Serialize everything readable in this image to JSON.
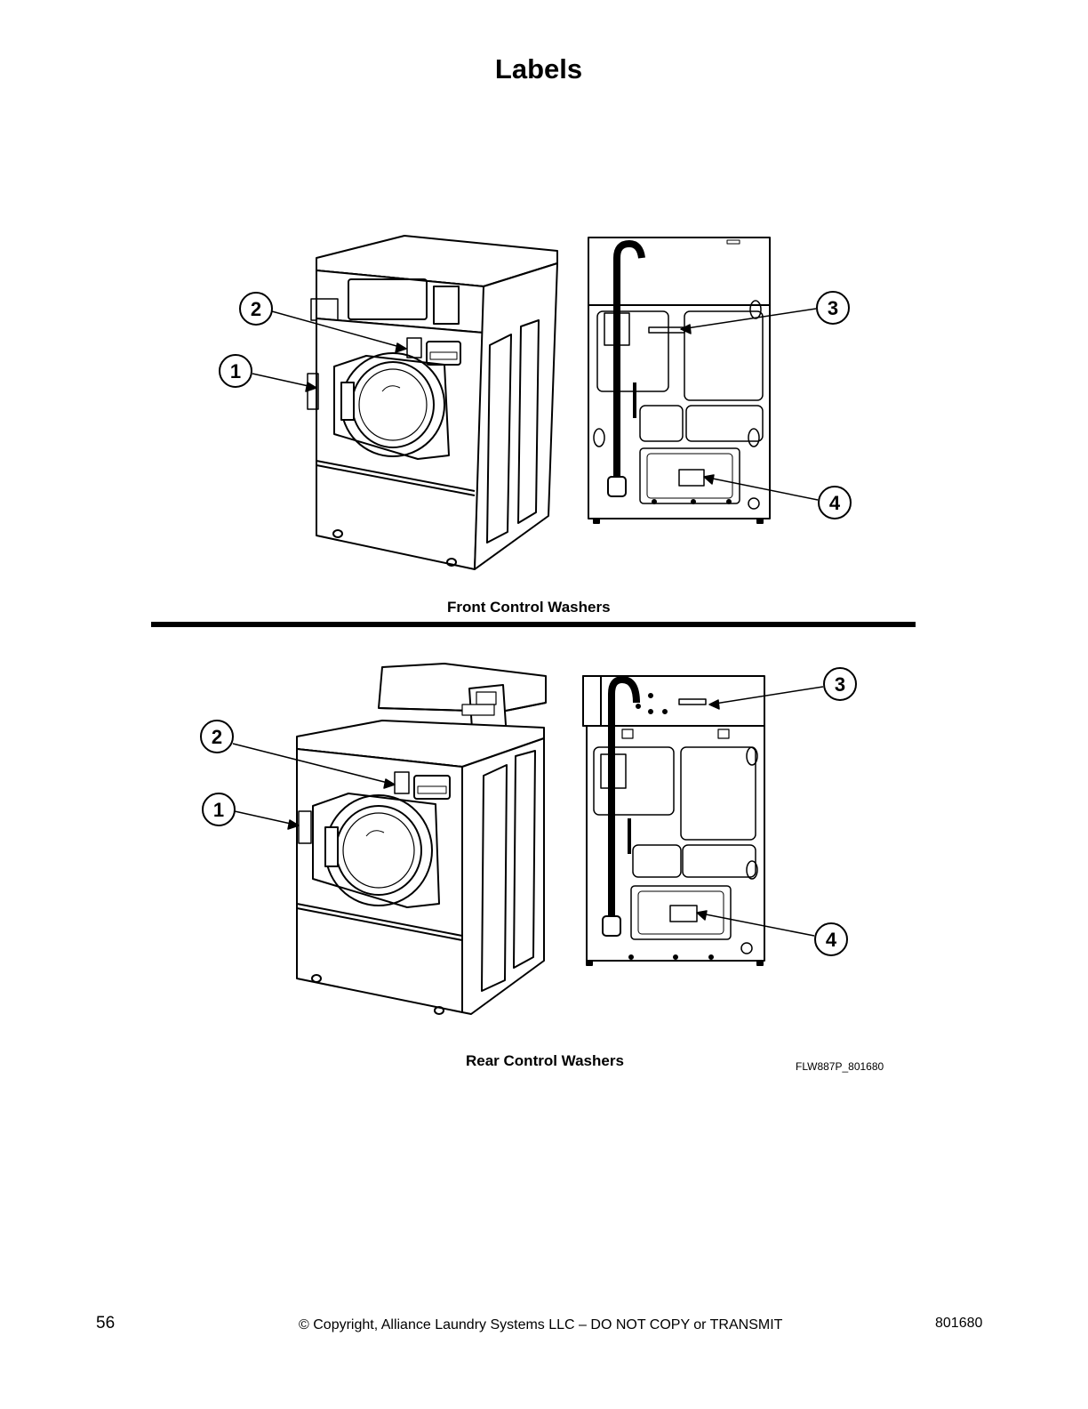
{
  "page": {
    "title": "Labels",
    "figure_id": "FLW887P_801680"
  },
  "front_section": {
    "caption": "Front Control Washers",
    "callouts": [
      "1",
      "2",
      "3",
      "4"
    ]
  },
  "rear_section": {
    "caption": "Rear Control Washers",
    "callouts": [
      "1",
      "2",
      "3",
      "4"
    ]
  },
  "footer": {
    "page_number": "56",
    "copyright": "© Copyright, Alliance Laundry Systems LLC – DO NOT COPY or TRANSMIT",
    "doc_number": "801680"
  }
}
